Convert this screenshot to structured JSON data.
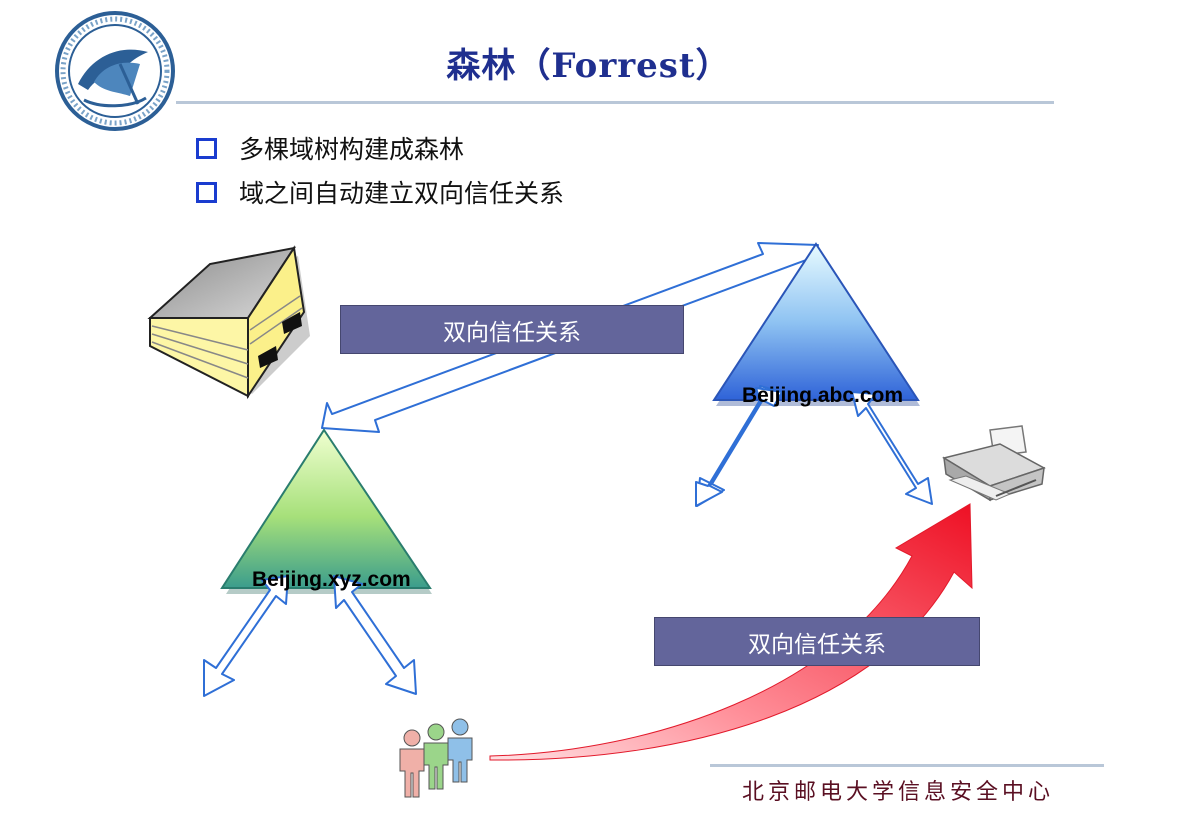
{
  "slide": {
    "title": "森林（Forrest）",
    "bullets": [
      "多棵域树构建成森林",
      "域之间自动建立双向信任关系"
    ],
    "footer": "北京邮电大学信息安全中心"
  },
  "diagram": {
    "trust_box_top": "双向信任关系",
    "trust_box_bottom": "双向信任关系",
    "domain_top": "Beijing.abc.com",
    "domain_bottom": "Beijing.xyz.com"
  },
  "icons": {
    "logo": "university-seal-icon",
    "book": "address-book-icon",
    "printer": "printer-icon",
    "users": "users-group-icon"
  },
  "colors": {
    "title": "#1f2f8f",
    "bullet_box": "#1a3ccf",
    "trust_box": "#63659b",
    "footer": "#5a0f22",
    "red_arrow": "#f21b2d"
  }
}
